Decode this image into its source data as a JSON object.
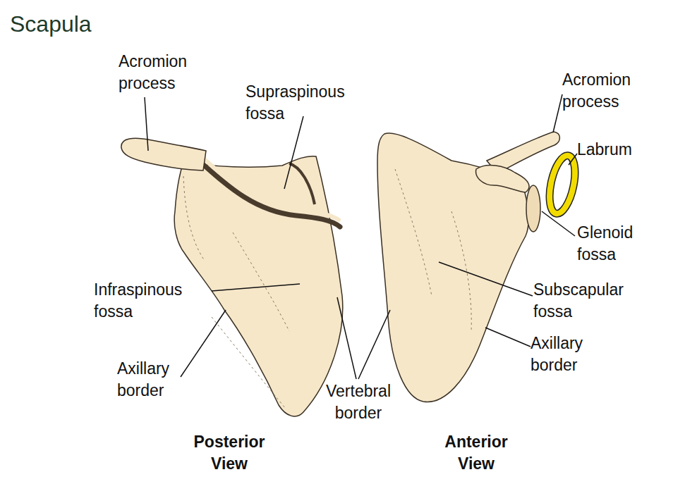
{
  "diagram": {
    "title": "Scapula",
    "labels": [
      "Acromion process",
      "Supraspinous fossa",
      "Acromion process",
      "Labrum",
      "Glenoid fossa",
      "Infraspinous fossa",
      "Subscapular fossa",
      "Axillary border",
      "Axillary border",
      "Vertebral border",
      "Posterior View",
      "Anterior View"
    ]
  }
}
